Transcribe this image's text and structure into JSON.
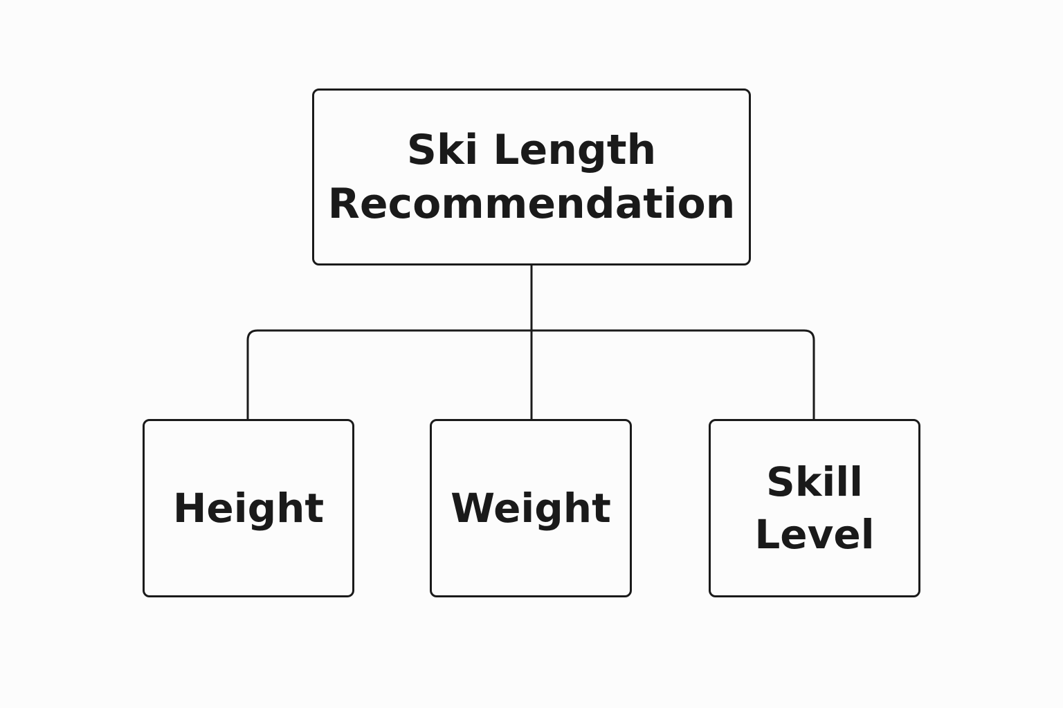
{
  "diagram": {
    "root": {
      "label": "Ski Length\nRecommendation"
    },
    "children": [
      {
        "label": "Height"
      },
      {
        "label": "Weight"
      },
      {
        "label": "Skill\nLevel"
      }
    ]
  },
  "colors": {
    "stroke": "#1a1a1a",
    "background": "#fcfcfc"
  }
}
